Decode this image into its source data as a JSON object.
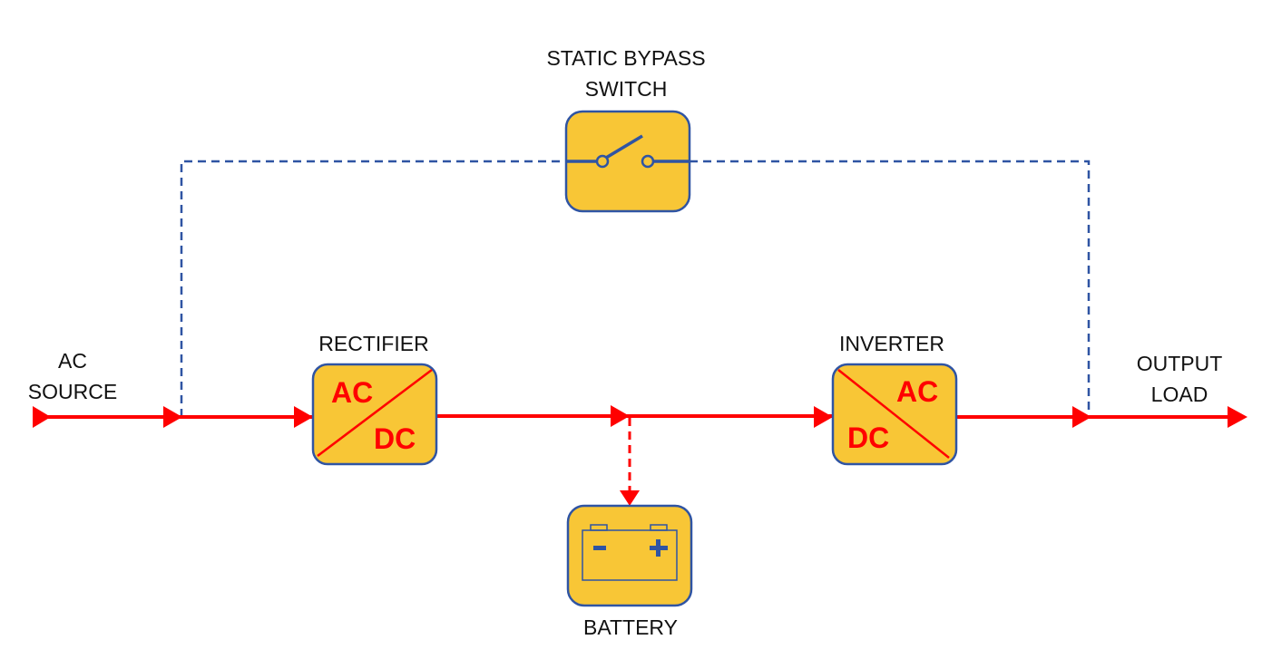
{
  "colors": {
    "power": "#ff0000",
    "bypass": "#2f54a3",
    "box_fill": "#f8c636",
    "box_stroke": "#2f54a3",
    "text": "#111111"
  },
  "labels": {
    "ac_source_line1": "AC",
    "ac_source_line2": "SOURCE",
    "output_line1": "OUTPUT",
    "output_line2": "LOAD",
    "bypass_line1": "STATIC BYPASS",
    "bypass_line2": "SWITCH",
    "rectifier": "RECTIFIER",
    "inverter": "INVERTER",
    "battery": "BATTERY"
  },
  "rectifier": {
    "top_text": "AC",
    "bottom_text": "DC"
  },
  "inverter": {
    "top_text": "AC",
    "bottom_text": "DC"
  },
  "battery": {
    "negative": "-",
    "positive": "+"
  },
  "icons": {
    "switch": "open-switch-icon",
    "battery": "battery-icon"
  }
}
